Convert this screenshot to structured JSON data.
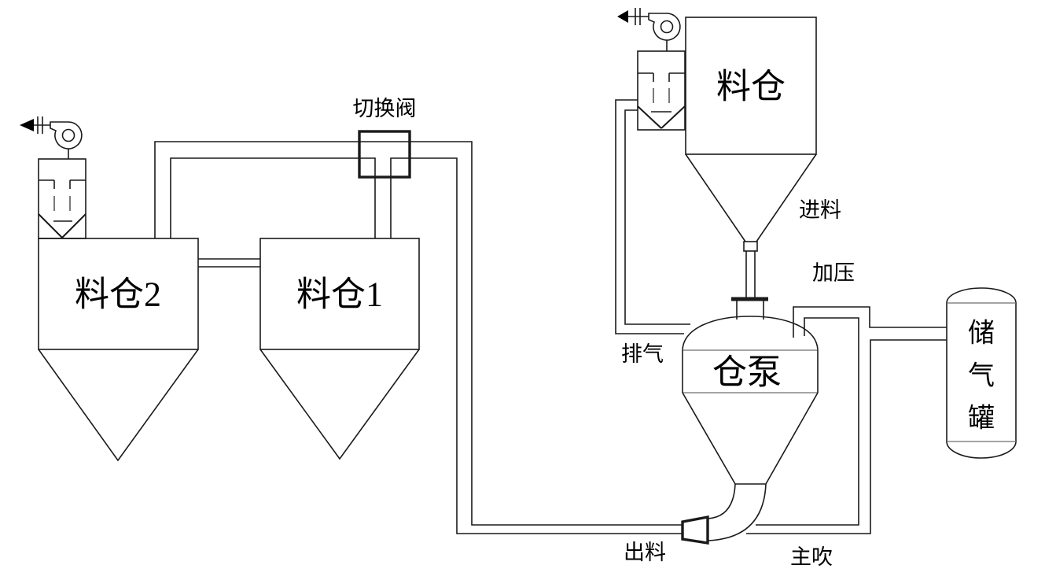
{
  "diagram": {
    "type": "pneumatic-conveying-system-schematic",
    "colors": {
      "background": "#ffffff",
      "line": "#1a1a1a"
    },
    "equipment": {
      "silo2": "料仓2",
      "silo1": "料仓1",
      "main_silo": "料仓",
      "pump": "仓泵",
      "switch_valve": "切换阀",
      "gas_tank": "储气罐",
      "gas_tank_chars": [
        "储",
        "气",
        "罐"
      ]
    },
    "flow_labels": {
      "feed": "进料",
      "pressurize": "加压",
      "exhaust": "排气",
      "discharge": "出料",
      "main_blow": "主吹"
    }
  }
}
